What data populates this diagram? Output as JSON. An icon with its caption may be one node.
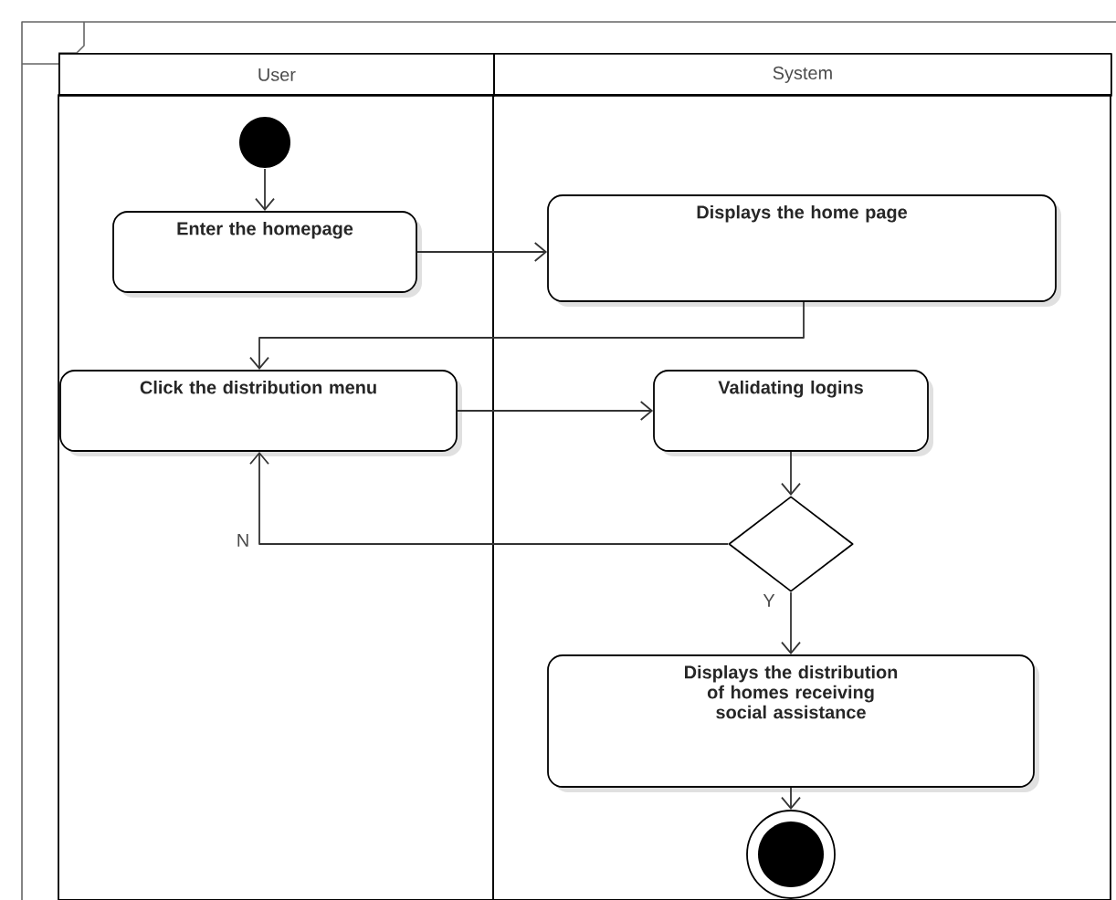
{
  "diagram": {
    "nodes": [
      {
        "text": [
          "User"
        ]
      },
      {
        "text": [
          "System"
        ]
      },
      {
        "text": [],
        "shape": "circle",
        "in": 0
      },
      {
        "text": [
          "Enter the homepage"
        ],
        "in": 0
      },
      {
        "text": [
          "Displays the home page"
        ],
        "in": 1
      },
      {
        "text": [
          "Click the distribution menu"
        ],
        "in": 0
      },
      {
        "text": [
          "Validating logins"
        ],
        "in": 1
      },
      {
        "text": [],
        "shape": "diamond",
        "in": 1
      },
      {
        "text": [
          "Displays the distribution of homes receiving social assistance"
        ],
        "in": 1
      },
      {
        "text": [],
        "shape": "circle",
        "in": 1
      }
    ],
    "edges": [
      {
        "from": 2,
        "to": 3,
        "arrow": "to"
      },
      {
        "from": 3,
        "to": 4,
        "arrow": "to"
      },
      {
        "from": 4,
        "to": 5,
        "arrow": "to"
      },
      {
        "from": 5,
        "to": 6,
        "arrow": "to"
      },
      {
        "from": 6,
        "to": 7,
        "arrow": "to"
      },
      {
        "from": 7,
        "to": 5,
        "arrow": "to",
        "label": "N"
      },
      {
        "from": 7,
        "to": 8,
        "arrow": "to",
        "label": "Y"
      },
      {
        "from": 8,
        "to": 9,
        "arrow": "to"
      }
    ]
  }
}
